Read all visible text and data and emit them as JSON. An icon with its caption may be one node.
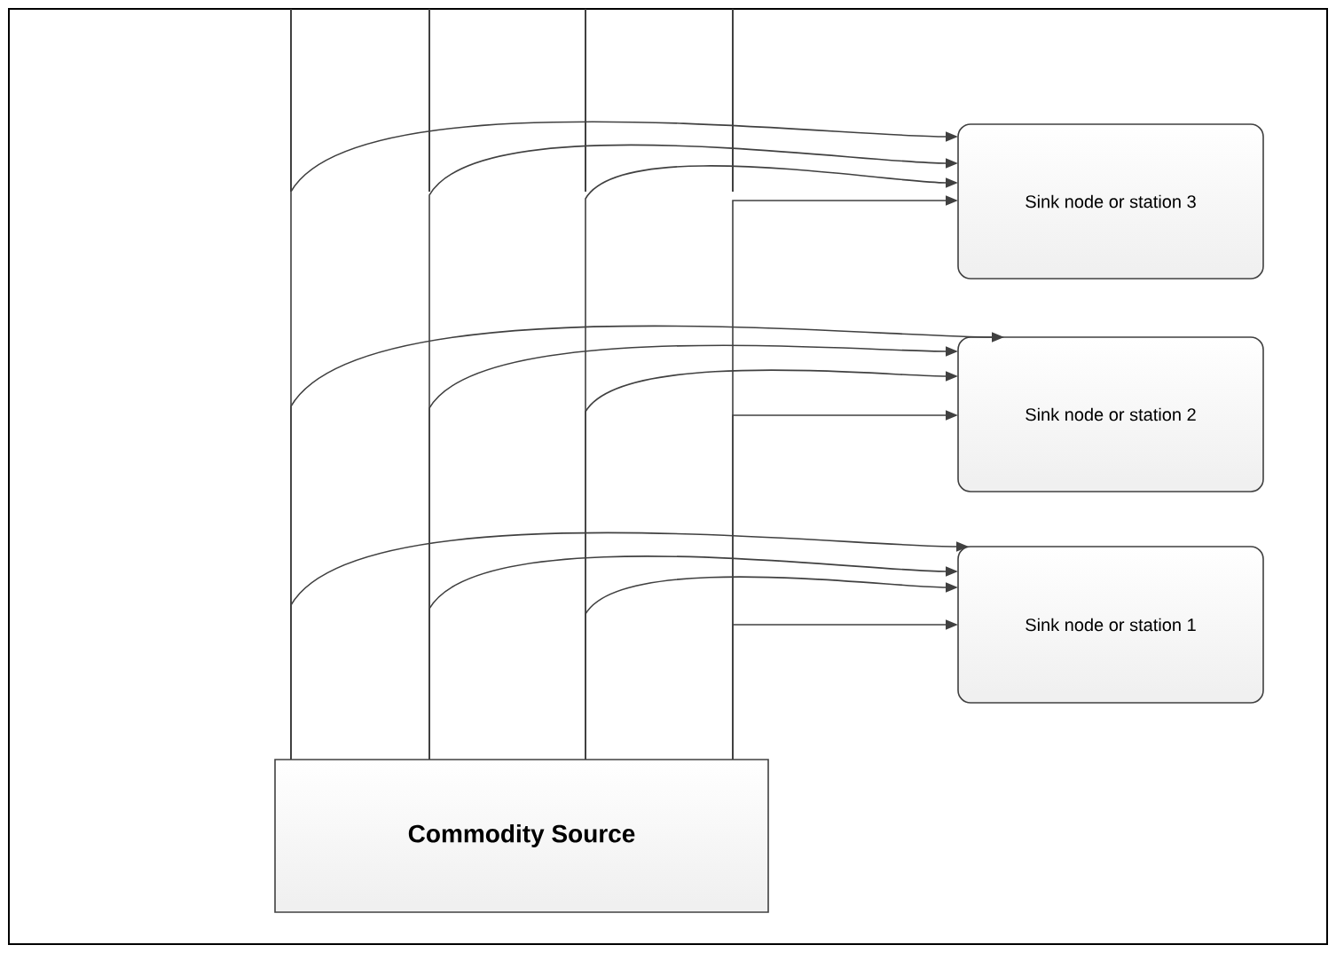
{
  "diagram": {
    "nodes": [
      {
        "text": [
          "Sink node or station 3"
        ]
      },
      {
        "text": [
          "Sink node or station 2"
        ]
      },
      {
        "text": [
          "Sink node or station 1"
        ]
      },
      {
        "text": [
          "Commodity Source"
        ]
      }
    ],
    "edges": [
      {
        "from": 3,
        "to": 0,
        "arrow": "to"
      },
      {
        "from": 3,
        "to": 0,
        "arrow": "to"
      },
      {
        "from": 3,
        "to": 0,
        "arrow": "to"
      },
      {
        "from": 3,
        "to": 0,
        "arrow": "to"
      },
      {
        "from": 3,
        "to": 1,
        "arrow": "to"
      },
      {
        "from": 3,
        "to": 1,
        "arrow": "to"
      },
      {
        "from": 3,
        "to": 1,
        "arrow": "to"
      },
      {
        "from": 3,
        "to": 1,
        "arrow": "to"
      },
      {
        "from": 3,
        "to": 2,
        "arrow": "to"
      },
      {
        "from": 3,
        "to": 2,
        "arrow": "to"
      },
      {
        "from": 3,
        "to": 2,
        "arrow": "to"
      },
      {
        "from": 3,
        "to": 2,
        "arrow": "to"
      }
    ]
  }
}
